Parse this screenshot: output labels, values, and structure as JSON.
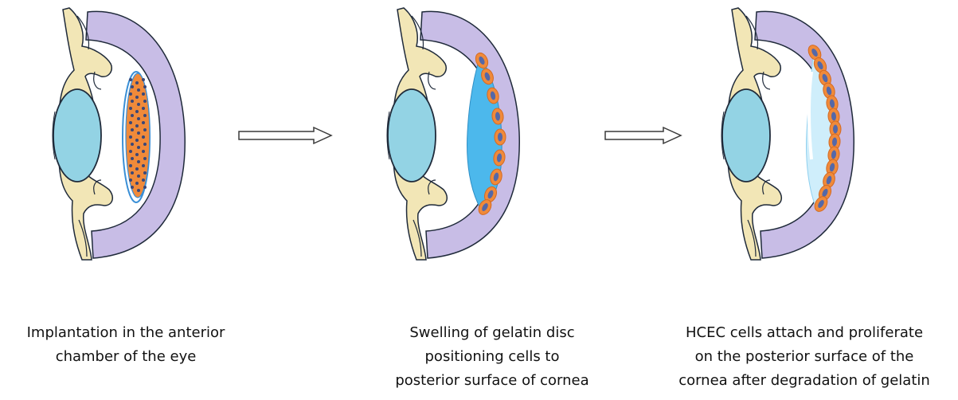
{
  "colors": {
    "iris": "#f2e6b6",
    "outline": "#1f2a3a",
    "sclera": "#c8bde6",
    "lens": "#93d3e4",
    "gelatin": "#4cb8ec",
    "gelatin_degraded": "#cfeefb",
    "cell": "#f08a3a",
    "nucleus": "#5468a8"
  },
  "panels": [
    {
      "caption": "Implantation in the anterior\nchamber of the eye"
    },
    {
      "caption": "Swelling of gelatin disc\npositioning cells to\nposterior surface of cornea"
    },
    {
      "caption": "HCEC cells attach and proliferate\non the posterior surface of the\ncornea after degradation of gelatin"
    }
  ]
}
